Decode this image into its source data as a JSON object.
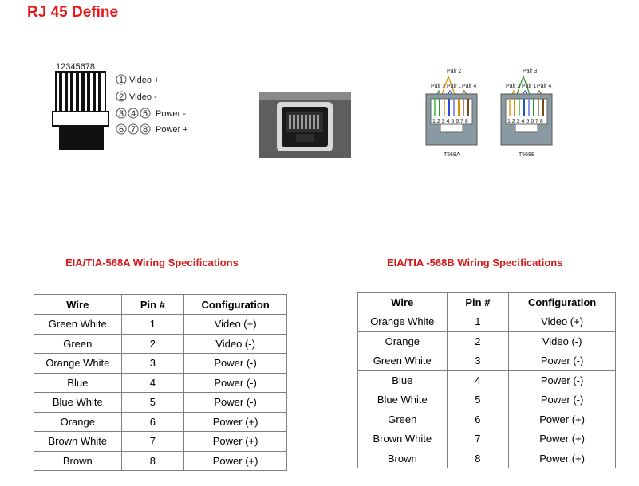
{
  "title": "RJ 45 Define",
  "connector": {
    "pin_numbers": "12345678",
    "legend": [
      {
        "circles": [
          "1"
        ],
        "label": "Video +"
      },
      {
        "circles": [
          "2"
        ],
        "label": "Video -"
      },
      {
        "circles": [
          "3",
          "4",
          "5"
        ],
        "label": "Power -"
      },
      {
        "circles": [
          "6",
          "7",
          "8"
        ],
        "label": "Power +"
      }
    ]
  },
  "jacks": {
    "t568a": {
      "label": "T568A",
      "pair_top": "Pair 2",
      "pair_left": "Pair 3",
      "pair_mid": "Pair 1",
      "pair_right": "Pair 4",
      "pins": "1 2 3 4 5 6 7 8"
    },
    "t568b": {
      "label": "T568B",
      "pair_top": "Pair 3",
      "pair_left": "Pair 2",
      "pair_mid": "Pair 1",
      "pair_right": "Pair 4",
      "pins": "1 2 3 4 5 6 7 8"
    }
  },
  "table_a": {
    "heading": "EIA/TIA-568A Wiring Specifications",
    "columns": [
      "Wire",
      "Pin #",
      "Configuration"
    ],
    "rows": [
      [
        "Green White",
        "1",
        "Video (+)"
      ],
      [
        "Green",
        "2",
        "Video (-)"
      ],
      [
        "Orange White",
        "3",
        "Power (-)"
      ],
      [
        "Blue",
        "4",
        "Power (-)"
      ],
      [
        "Blue White",
        "5",
        "Power (-)"
      ],
      [
        "Orange",
        "6",
        "Power (+)"
      ],
      [
        "Brown White",
        "7",
        "Power (+)"
      ],
      [
        "Brown",
        "8",
        "Power (+)"
      ]
    ]
  },
  "table_b": {
    "heading": "EIA/TIA -568B Wiring Specifications",
    "columns": [
      "Wire",
      "Pin #",
      "Configuration"
    ],
    "rows": [
      [
        "Orange White",
        "1",
        "Video (+)"
      ],
      [
        "Orange",
        "2",
        "Video (-)"
      ],
      [
        "Green White",
        "3",
        "Power (-)"
      ],
      [
        "Blue",
        "4",
        "Power (-)"
      ],
      [
        "Blue White",
        "5",
        "Power (-)"
      ],
      [
        "Green",
        "6",
        "Power (+)"
      ],
      [
        "Brown White",
        "7",
        "Power (+)"
      ],
      [
        "Brown",
        "8",
        "Power (+)"
      ]
    ]
  }
}
